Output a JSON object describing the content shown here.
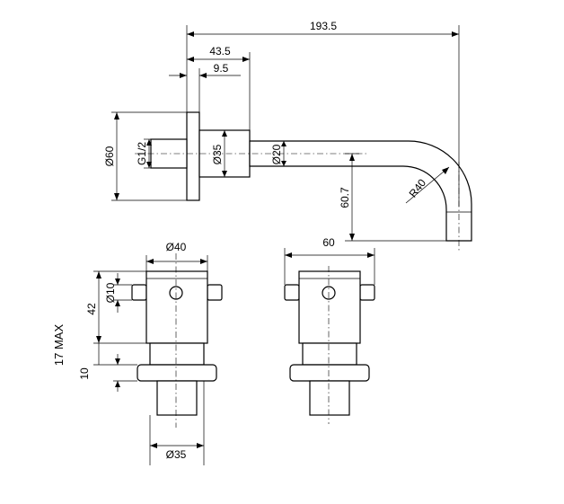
{
  "dimensions": {
    "overall_length": "193.5",
    "body_length": "43.5",
    "flange_offset": "9.5",
    "flange_diameter": "Ø60",
    "thread": "G1/2",
    "body_diameter": "Ø35",
    "spout_diameter": "Ø20",
    "spout_drop": "60.7",
    "bend_radius": "R40",
    "handle_diameter": "Ø40",
    "handle_height": "42",
    "stem_diameter": "Ø10",
    "max_wall": "17 MAX",
    "flange_thickness": "10",
    "valve_body_diameter": "Ø35",
    "handle_width": "60"
  }
}
